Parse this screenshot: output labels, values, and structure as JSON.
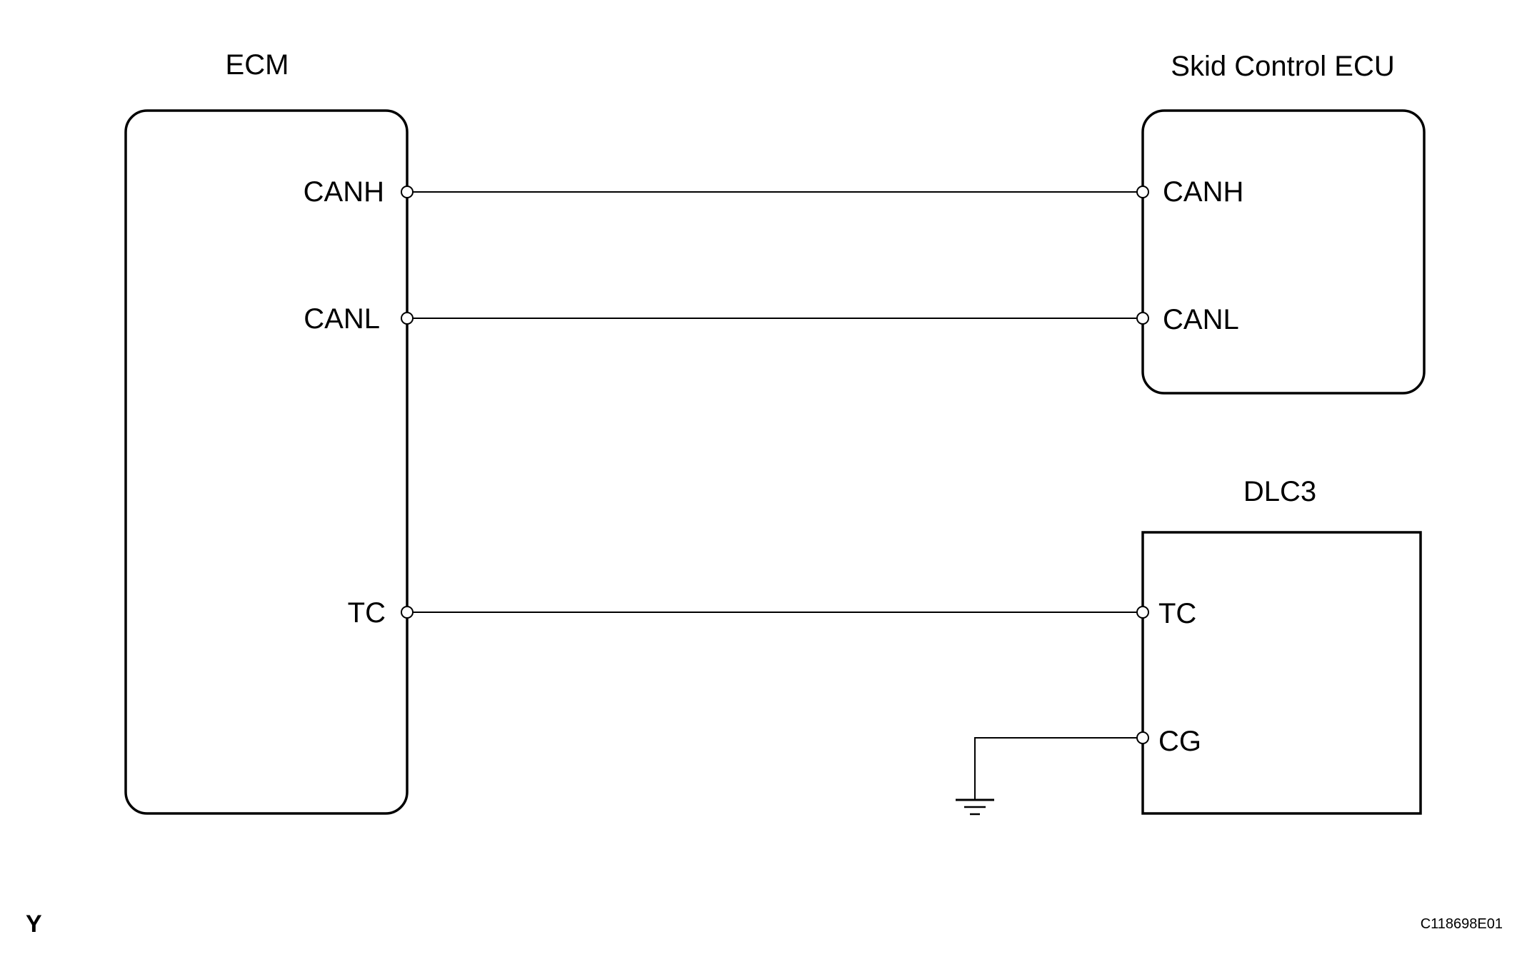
{
  "diagram": {
    "components": {
      "ecm": {
        "title": "ECM",
        "pins": {
          "canh": "CANH",
          "canl": "CANL",
          "tc": "TC"
        }
      },
      "skid_control_ecu": {
        "title": "Skid Control ECU",
        "pins": {
          "canh": "CANH",
          "canl": "CANL"
        }
      },
      "dlc3": {
        "title": "DLC3",
        "pins": {
          "tc": "TC",
          "cg": "CG"
        }
      }
    },
    "connections": [
      {
        "from": "ECM CANH",
        "to": "Skid Control ECU CANH"
      },
      {
        "from": "ECM CANL",
        "to": "Skid Control ECU CANL"
      },
      {
        "from": "ECM TC",
        "to": "DLC3 TC"
      },
      {
        "from": "DLC3 CG",
        "to": "ground"
      }
    ],
    "footer": {
      "corner_letter": "Y",
      "figure_code": "C118698E01"
    }
  }
}
